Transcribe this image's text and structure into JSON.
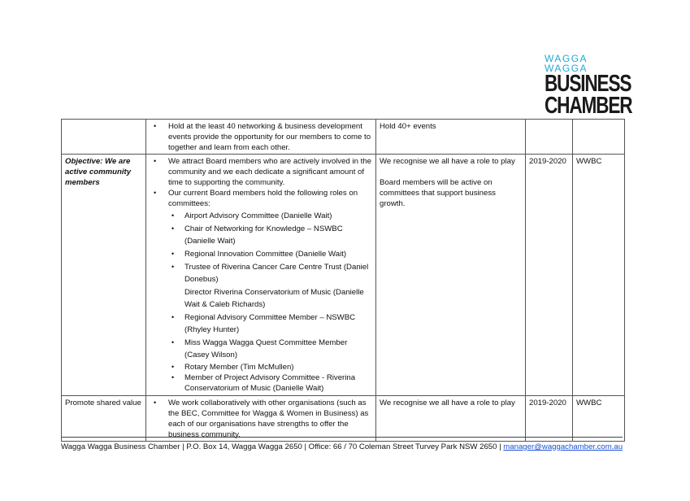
{
  "logo": {
    "line1": "WAGGA WAGGA",
    "line2": "BUSINESS",
    "line3": "CHAMBER"
  },
  "rows": [
    {
      "objective": "",
      "bullets": [
        "Hold at the least 40 networking & business development events provide the opportunity for our members to come to together and learn from each other."
      ],
      "outcome": [
        "Hold 40+ events"
      ],
      "year": "",
      "owner": ""
    },
    {
      "objective": "Objective: We are active community members",
      "bullets": [
        "We attract Board members who are actively involved in the community and we each dedicate a significant amount of time to supporting the community.",
        "Our current Board members hold the following roles on committees:"
      ],
      "subbullets": [
        "Airport Advisory Committee (Danielle Wait)",
        "Chair of Networking for Knowledge – NSWBC (Danielle Wait)",
        "Regional Innovation Committee (Danielle Wait)",
        "Trustee of Riverina Cancer Care Centre Trust (Daniel Donebus)",
        "Regional Advisory Committee Member – NSWBC (Rhyley Hunter)",
        "Miss Wagga Wagga Quest Committee Member (Casey Wilson)",
        "Rotary Member (Tim McMullen)",
        "Member of Project Advisory Committee  - Riverina Conservatorium of Music (Danielle Wait)"
      ],
      "subnote": "Director Riverina Conservatorium of Music (Danielle Wait & Caleb Richards)",
      "outcome": [
        "We recognise we all have a role to play",
        "Board members will be active on committees that support business growth."
      ],
      "year": "2019-2020",
      "owner": "WWBC"
    },
    {
      "objective": "Promote shared value",
      "bullets": [
        "We work collaboratively with other organisations (such as the BEC, Committee for Wagga & Women in Business) as each of our organisations have strengths to offer the business community."
      ],
      "outcome": [
        "We recognise we all have a role to play"
      ],
      "year": "2019-2020",
      "owner": "WWBC"
    }
  ],
  "footer": {
    "text": "Wagga Wagga Business Chamber | P.O. Box 14, Wagga Wagga 2650 | Office: 66 / 70 Coleman Street Turvey Park NSW 2650 | ",
    "email": "manager@waggachamber.com.au"
  }
}
